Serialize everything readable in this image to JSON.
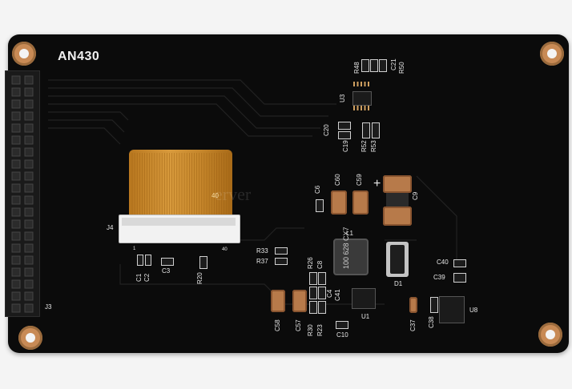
{
  "board": {
    "model": "AN430",
    "watermark": "erver"
  },
  "labels": {
    "j4": "J4",
    "j3": "J3",
    "pin1": "1",
    "pin40": "40",
    "flex_mark": "40",
    "c1": "C1",
    "c2": "C2",
    "c3": "C3",
    "r20": "R20",
    "r33": "R33",
    "r37": "R37",
    "r26": "R26",
    "c8": "C8",
    "c58": "C58",
    "c57": "C57",
    "r30": "R30",
    "r23": "R23",
    "c4": "C4",
    "c41": "C41",
    "u1": "U1",
    "c10": "C10",
    "l1": "L1",
    "l1_marking": "100 628 CX7",
    "d1": "D1",
    "c37": "C37",
    "c38": "C38",
    "u8": "U8",
    "c40": "C40",
    "c39": "C39",
    "c6": "C6",
    "c60": "C60",
    "c59": "C59",
    "c9": "C9",
    "plus": "+",
    "c20": "C20",
    "c19": "C19",
    "r52": "R52",
    "r53": "R53",
    "u3": "U3",
    "r48": "R48",
    "c21": "C21",
    "r50": "R50"
  },
  "colors": {
    "pcb": "#0b0b0b",
    "silkscreen": "#e8e8e8",
    "flex_cable": "#c98a2e",
    "copper_pad": "#c88a55",
    "connector": "#f2f2f2"
  }
}
